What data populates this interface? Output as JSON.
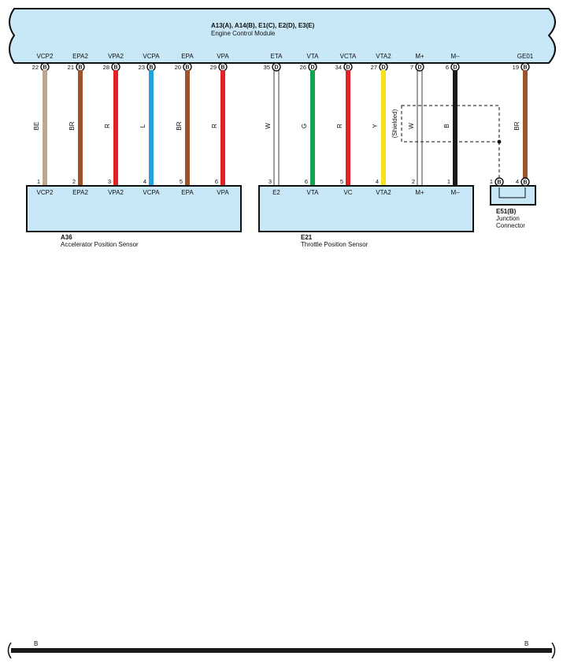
{
  "ecm": {
    "code": "A13(A), A14(B), E1(C), E2(D), E3(E)",
    "name": "Engine Control Module",
    "terminals": [
      {
        "label": "VCP2",
        "pin": "22",
        "conn": "B"
      },
      {
        "label": "EPA2",
        "pin": "21",
        "conn": "B"
      },
      {
        "label": "VPA2",
        "pin": "28",
        "conn": "B"
      },
      {
        "label": "VCPA",
        "pin": "23",
        "conn": "B"
      },
      {
        "label": "EPA",
        "pin": "20",
        "conn": "B"
      },
      {
        "label": "VPA",
        "pin": "29",
        "conn": "B"
      },
      {
        "label": "ETA",
        "pin": "35",
        "conn": "D"
      },
      {
        "label": "VTA",
        "pin": "26",
        "conn": "D"
      },
      {
        "label": "VCTA",
        "pin": "34",
        "conn": "D"
      },
      {
        "label": "VTA2",
        "pin": "27",
        "conn": "D"
      },
      {
        "label": "M+",
        "pin": "7",
        "conn": "D"
      },
      {
        "label": "M–",
        "pin": "6",
        "conn": "D"
      },
      {
        "label": "GE01",
        "pin": "19",
        "conn": "B"
      }
    ]
  },
  "wires": [
    {
      "code": "BE",
      "color": "#bfa68e"
    },
    {
      "code": "BR",
      "color": "#a0522d"
    },
    {
      "code": "R",
      "color": "#e32228"
    },
    {
      "code": "L",
      "color": "#1fa4e0"
    },
    {
      "code": "BR",
      "color": "#a0522d"
    },
    {
      "code": "R",
      "color": "#e32228"
    },
    {
      "code": "W",
      "color": "#ffffff"
    },
    {
      "code": "G",
      "color": "#11a551"
    },
    {
      "code": "R",
      "color": "#e32228"
    },
    {
      "code": "Y",
      "color": "#f7e21a"
    },
    {
      "code": "W",
      "color": "#ffffff"
    },
    {
      "code": "B",
      "color": "#1a1a1a"
    },
    {
      "code": "BR",
      "color": "#a0522d"
    }
  ],
  "shielded_label": "(Shielded)",
  "a36": {
    "code": "A36",
    "name": "Accelerator Position Sensor",
    "terminals": [
      {
        "pin": "1",
        "label": "VCP2"
      },
      {
        "pin": "2",
        "label": "EPA2"
      },
      {
        "pin": "3",
        "label": "VPA2"
      },
      {
        "pin": "4",
        "label": "VCPA"
      },
      {
        "pin": "5",
        "label": "EPA"
      },
      {
        "pin": "6",
        "label": "VPA"
      }
    ]
  },
  "e21": {
    "code": "E21",
    "name": "Throttle Position Sensor",
    "terminals": [
      {
        "pin": "3",
        "label": "E2"
      },
      {
        "pin": "6",
        "label": "VTA"
      },
      {
        "pin": "5",
        "label": "VC"
      },
      {
        "pin": "4",
        "label": "VTA2"
      },
      {
        "pin": "2",
        "label": "M+"
      },
      {
        "pin": "1",
        "label": "M–"
      }
    ]
  },
  "e51": {
    "code": "E51(B)",
    "name_line1": "Junction",
    "name_line2": "Connector",
    "pins": [
      {
        "pin": "1",
        "conn": "B"
      },
      {
        "pin": "4",
        "conn": "B"
      }
    ]
  },
  "bottom_bus": {
    "left_label": "B",
    "right_label": "B",
    "color": "#1a1a1a"
  },
  "colors": {
    "module_fill": "#c8e8f8",
    "outline": "#111111"
  }
}
